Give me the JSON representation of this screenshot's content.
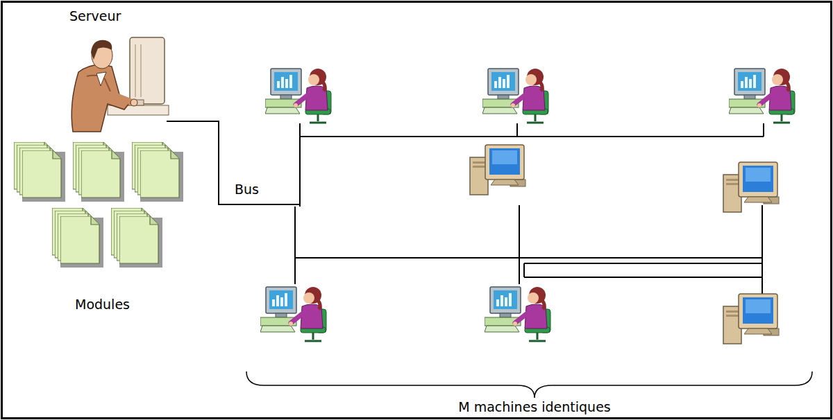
{
  "diagram": {
    "labels": [
      "Serveur",
      "Modules",
      "Bus",
      "M machines identiques"
    ]
  }
}
